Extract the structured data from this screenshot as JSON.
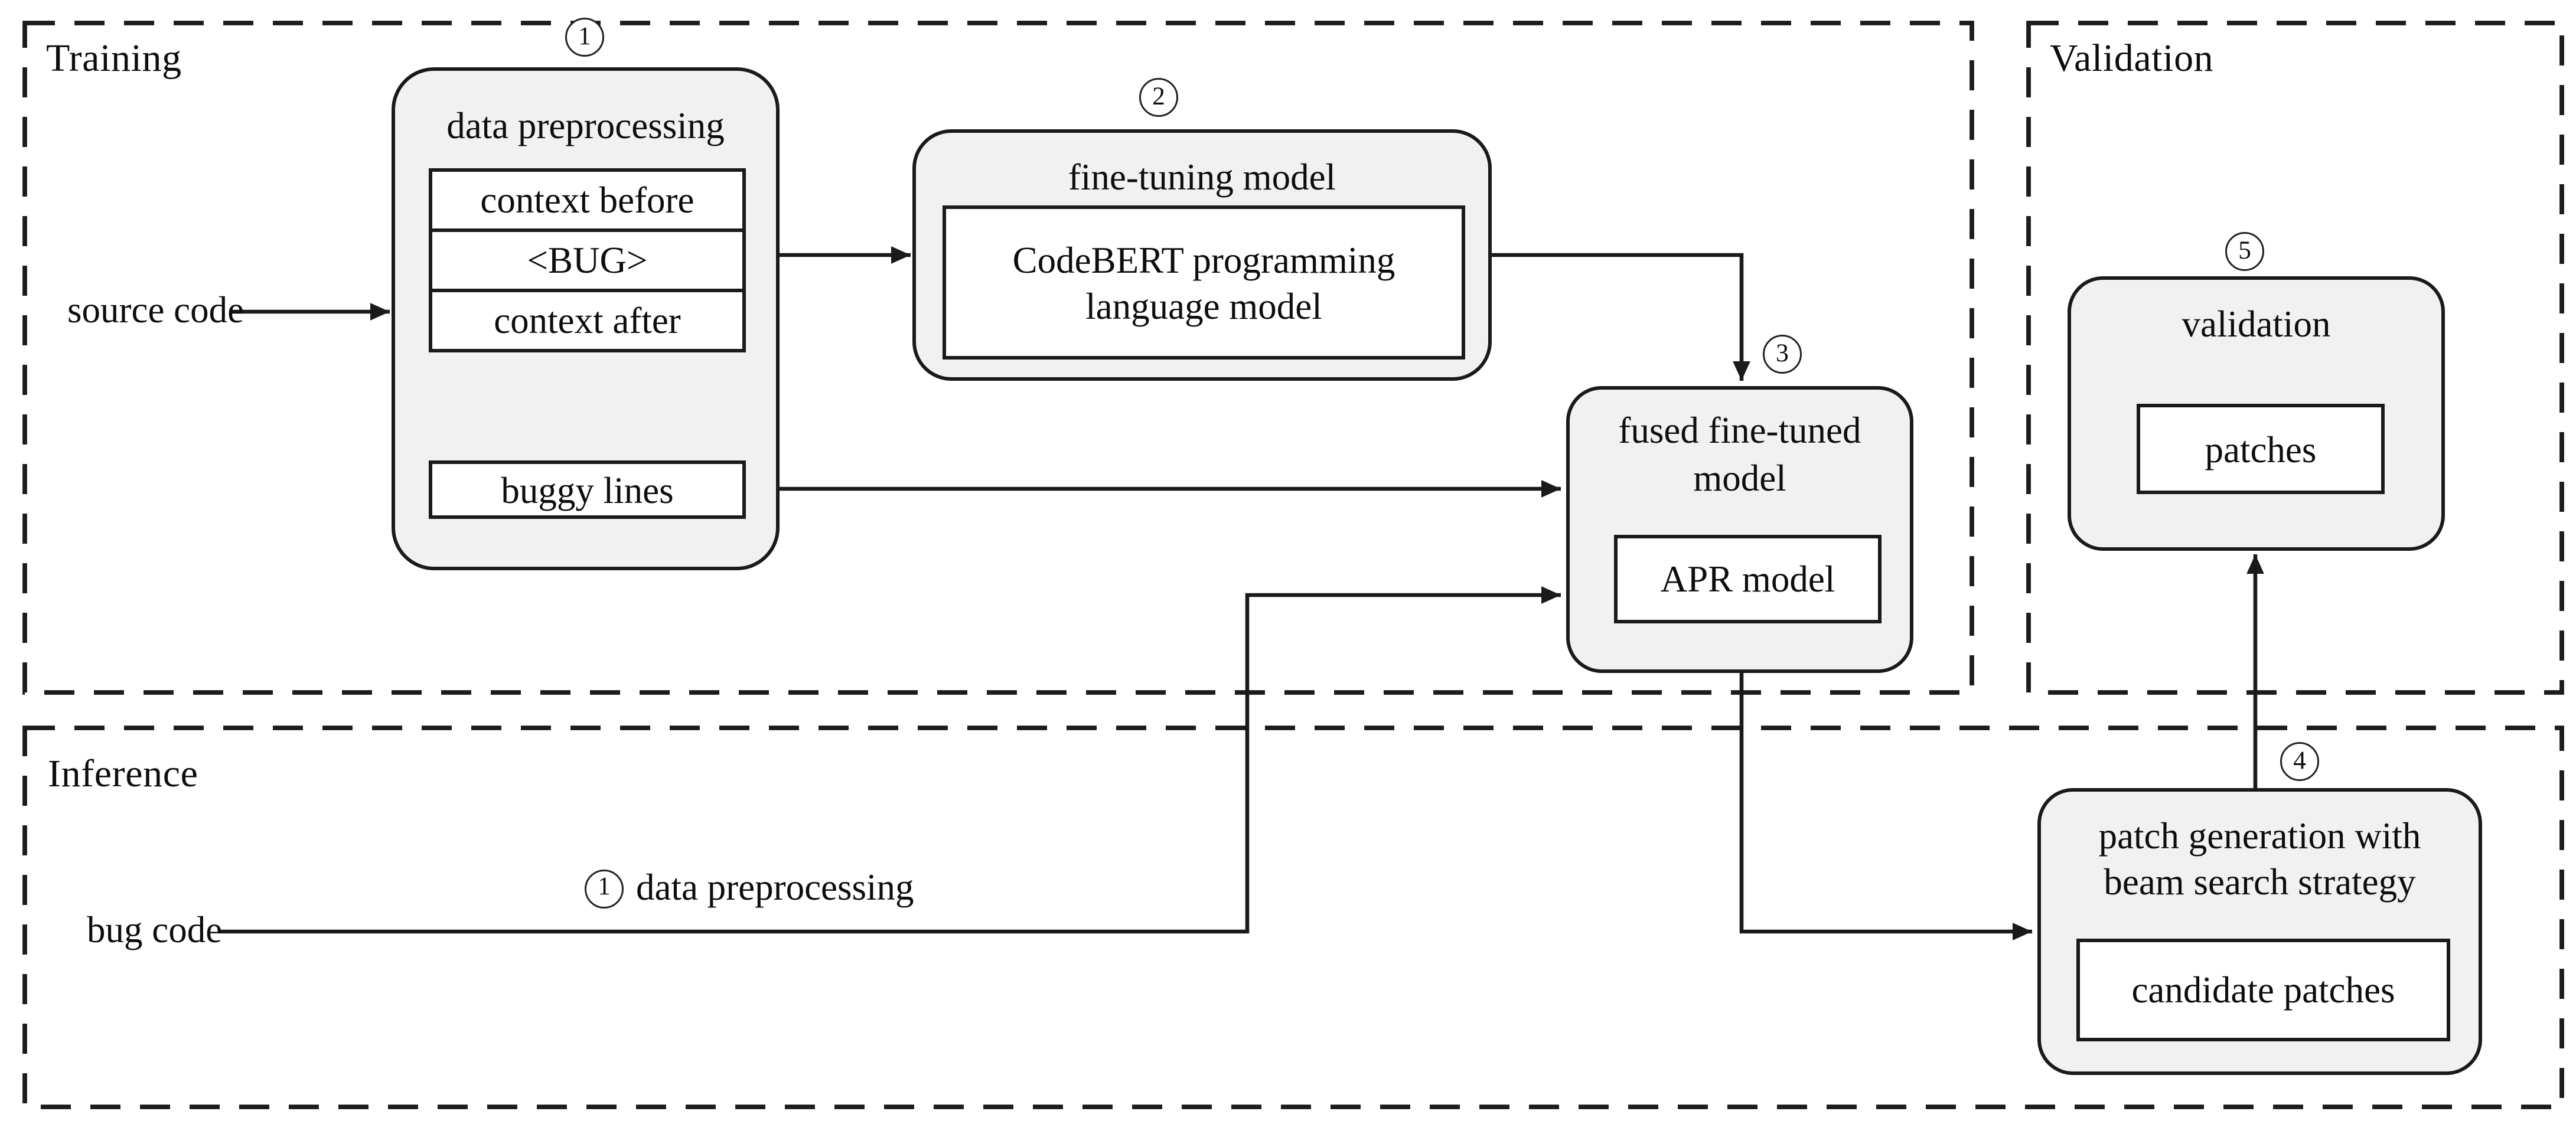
{
  "colors": {
    "background": "#ffffff",
    "node_fill": "#f1f1f1",
    "node_border": "#1a1a1a",
    "line": "#1a1a1a",
    "text": "#0d0d0d"
  },
  "sections": {
    "training": {
      "label": "Training"
    },
    "validation": {
      "label": "Validation"
    },
    "inference": {
      "label": "Inference"
    }
  },
  "nodes": {
    "data_preprocessing": {
      "step": "1",
      "title": "data preprocessing",
      "rows": [
        "context before",
        "<BUG>",
        "context after"
      ],
      "buggy": "buggy lines"
    },
    "fine_tuning": {
      "step": "2",
      "title": "fine-tuning model",
      "inner_line1": "CodeBERT programming",
      "inner_line2": "language model"
    },
    "fused_model": {
      "step": "3",
      "title_line1": "fused fine-tuned",
      "title_line2": "model",
      "inner": "APR model"
    },
    "patch_generation": {
      "step": "4",
      "title_line1": "patch generation with",
      "title_line2": "beam search strategy",
      "inner": "candidate patches"
    },
    "validation_box": {
      "step": "5",
      "title": "validation",
      "inner": "patches"
    }
  },
  "labels": {
    "source_code": "source code",
    "bug_code": "bug code",
    "inference_edge_step": "1",
    "inference_edge": "data preprocessing"
  }
}
